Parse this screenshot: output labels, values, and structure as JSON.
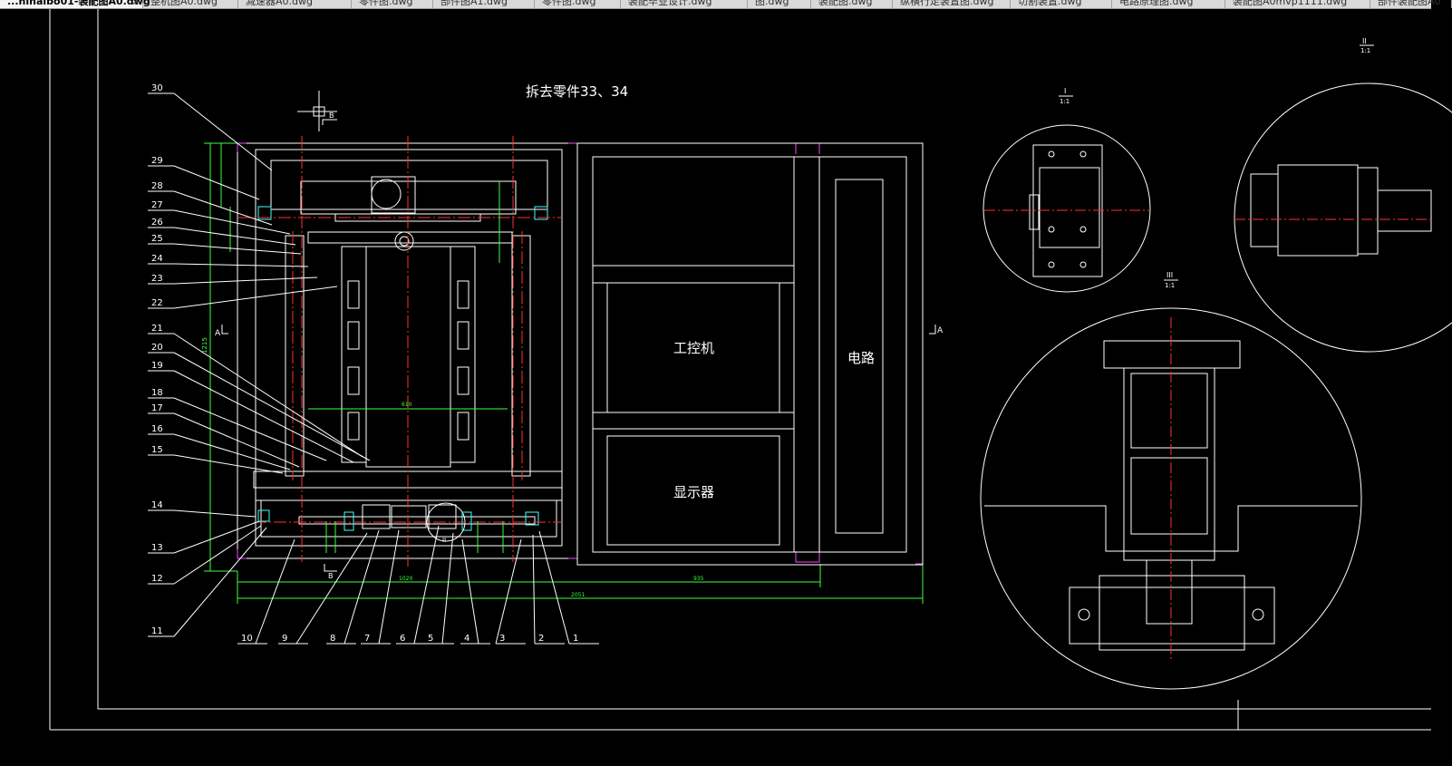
{
  "tabs": [
    {
      "label": "...ninalbo01-装配图A0.dwg",
      "active": true
    },
    {
      "label": "整机图A0.dwg"
    },
    {
      "label": "减速器A0.dwg"
    },
    {
      "label": "零件图.dwg"
    },
    {
      "label": "部件图A1.dwg"
    },
    {
      "label": "零件图.dwg"
    },
    {
      "label": "装配毕业设计.dwg"
    },
    {
      "label": "图.dwg"
    },
    {
      "label": "装配图.dwg"
    },
    {
      "label": "纵横行走装置图.dwg"
    },
    {
      "label": "切割装置.dwg"
    },
    {
      "label": "电路原理图.dwg"
    },
    {
      "label": "装配图A0mvp1111.dwg"
    },
    {
      "label": "部件装配图A0"
    }
  ],
  "tab_close_glyph": "×",
  "drawing": {
    "note": "拆去零件33、34",
    "box_labels": {
      "ipc": "工控机",
      "display": "显示器",
      "circuit": "电路"
    },
    "section_marks": {
      "left": "A",
      "right": "A",
      "bottom": "B",
      "top": "B"
    },
    "detail_titles": [
      {
        "id": "I",
        "scale": "1:1"
      },
      {
        "id": "II",
        "scale": "1:1"
      },
      {
        "id": "III",
        "scale": "1:1"
      }
    ],
    "detail_ref": "II",
    "dimensions": {
      "inner_width": "610",
      "total_width": "2051",
      "left_width": "1020",
      "right_width": "935",
      "height": "1215"
    },
    "left_part_numbers": [
      "30",
      "29",
      "28",
      "27",
      "26",
      "25",
      "24",
      "23",
      "22",
      "21",
      "20",
      "19",
      "18",
      "17",
      "16",
      "15",
      "14",
      "13",
      "12",
      "11"
    ],
    "bottom_part_numbers": [
      "10",
      "9",
      "8",
      "7",
      "6",
      "5",
      "4",
      "3",
      "2",
      "1"
    ]
  },
  "colors": {
    "background": "#000000",
    "lines": "#ffffff",
    "center": "#ff3030",
    "dimension": "#3cff3c",
    "magenta": "#ff40ff",
    "cyan": "#40ffff"
  }
}
